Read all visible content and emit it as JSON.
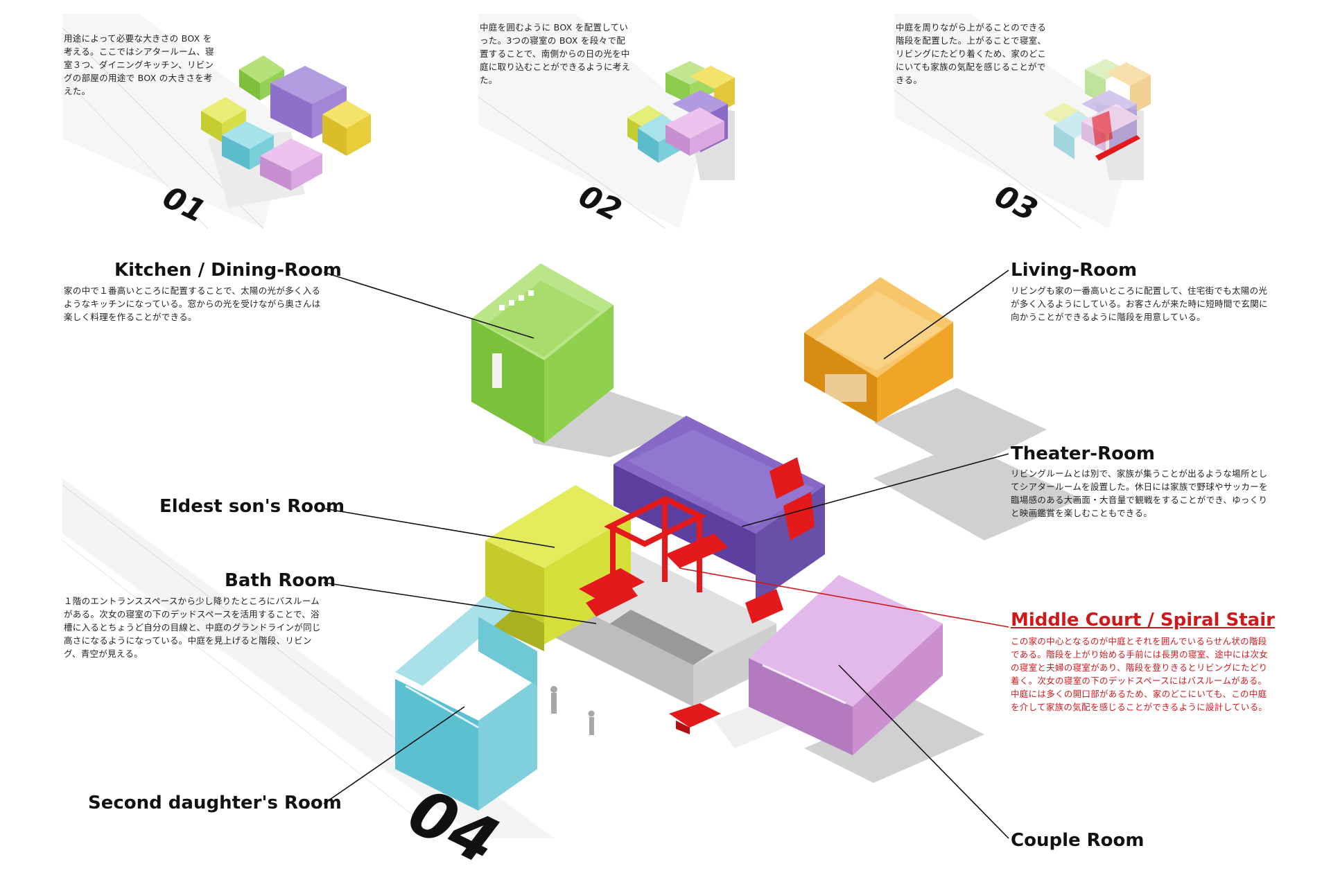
{
  "steps": [
    {
      "number": "01",
      "text": "用途によって必要な大きさの BOX を考える。ここではシアタールーム、寝室３つ、ダイニングキッチン、リビングの部屋の用途で BOX の大きさを考えた。"
    },
    {
      "number": "02",
      "text": "中庭を囲むように BOX を配置していった。3つの寝室の BOX を段々で配置することで、南側からの日の光を中庭に取り込むことができるように考えた。"
    },
    {
      "number": "03",
      "text": "中庭を周りながら上がることのできる階段を配置した。上がることで寝室、リビングにたどり着くため、家のどこにいても家族の気配を感じることができる。"
    }
  ],
  "main_number": "04",
  "rooms": {
    "kitchen": {
      "title": "Kitchen / Dining-Room",
      "text": "家の中で１番高いところに配置することで、太陽の光が多く入るようなキッチンになっている。窓からの光を受けながら奥さんは楽しく料理を作ることができる。"
    },
    "living": {
      "title": "Living-Room",
      "text": "リビングも家の一番高いところに配置して、住宅街でも太陽の光が多く入るようにしている。お客さんが来た時に短時間で玄関に向かうことができるように階段を用意している。"
    },
    "theater": {
      "title": "Theater-Room",
      "text": "リビングルームとは別で、家族が集うことが出るような場所としてシアタールームを設置した。休日には家族で野球やサッカーを臨場感のある大画面・大音量で観戦をすることができ、ゆっくりと映画鑑賞を楽しむこともできる。"
    },
    "eldest": {
      "title": "Eldest son's Room"
    },
    "bath": {
      "title": "Bath Room",
      "text": "１階のエントランススペースから少し降りたところにバスルームがある。次女の寝室の下のデッドスペースを活用することで、浴槽に入るとちょうど自分の目線と、中庭のグランドラインが同じ高さになるようになっている。中庭を見上げると階段、リビング、青空が見える。"
    },
    "court": {
      "title": "Middle Court / Spiral Stair",
      "text": "この家の中心となるのが中庭とそれを囲んでいるらせん状の階段である。階段を上がり始める手前には長男の寝室、途中には次女の寝室と夫婦の寝室があり、階段を登りきるとリビングにたどり着く。次女の寝室の下のデッドスペースにはバスルームがある。中庭には多くの開口部があるため、家のどこにいても、この中庭を介して家族の気配を感じることができるように設計している。"
    },
    "second_daughter": {
      "title": "Second daughter's Room"
    },
    "couple": {
      "title": "Couple Room"
    }
  },
  "colors": {
    "kitchen": "#8fd14f",
    "living": "#f0a526",
    "theater": "#6a4fa8",
    "eldest": "#d6de3a",
    "second_daughter": "#5bc0d0",
    "couple": "#cc8fd0",
    "stair": "#e3191b",
    "small_yellow": "#f0d94a",
    "accent_red": "#d0181b"
  }
}
